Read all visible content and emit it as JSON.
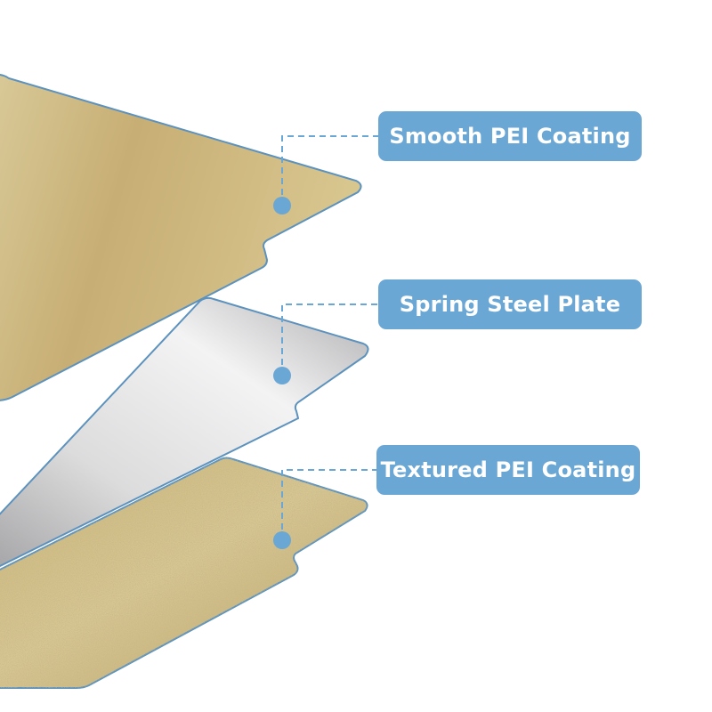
{
  "colors": {
    "accent": "#6aa7d5",
    "leader_line": "#6aa7d5",
    "smooth_pei_light": "#ddd0a2",
    "smooth_pei_mid": "#c6ad72",
    "smooth_pei_dark": "#d5c48e",
    "steel_light": "#f1f1f2",
    "steel_dark": "#a9a9ab",
    "textured_gold": "#c9b372",
    "plate_edge": "#5c92bd"
  },
  "layers": [
    {
      "id": "smooth",
      "label": "Smooth PEI Coating"
    },
    {
      "id": "spring",
      "label": "Spring Steel Plate"
    },
    {
      "id": "textured",
      "label": "Textured PEI Coating"
    }
  ]
}
